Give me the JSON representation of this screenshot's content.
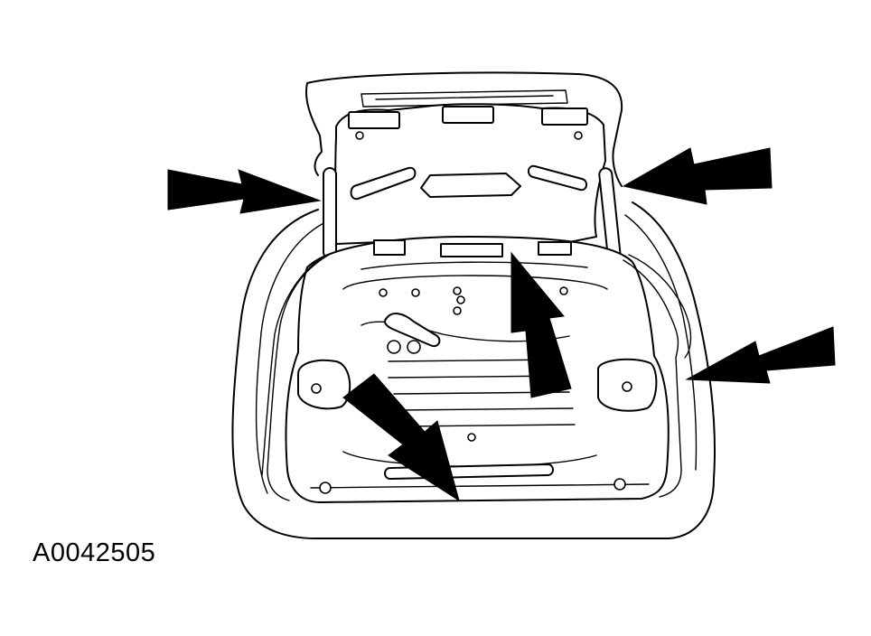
{
  "figure": {
    "reference_code": "A0042505",
    "subject": "seat-cushion-underside",
    "arrow_count": 5
  },
  "colors": {
    "line": "#000000",
    "background": "#ffffff"
  }
}
